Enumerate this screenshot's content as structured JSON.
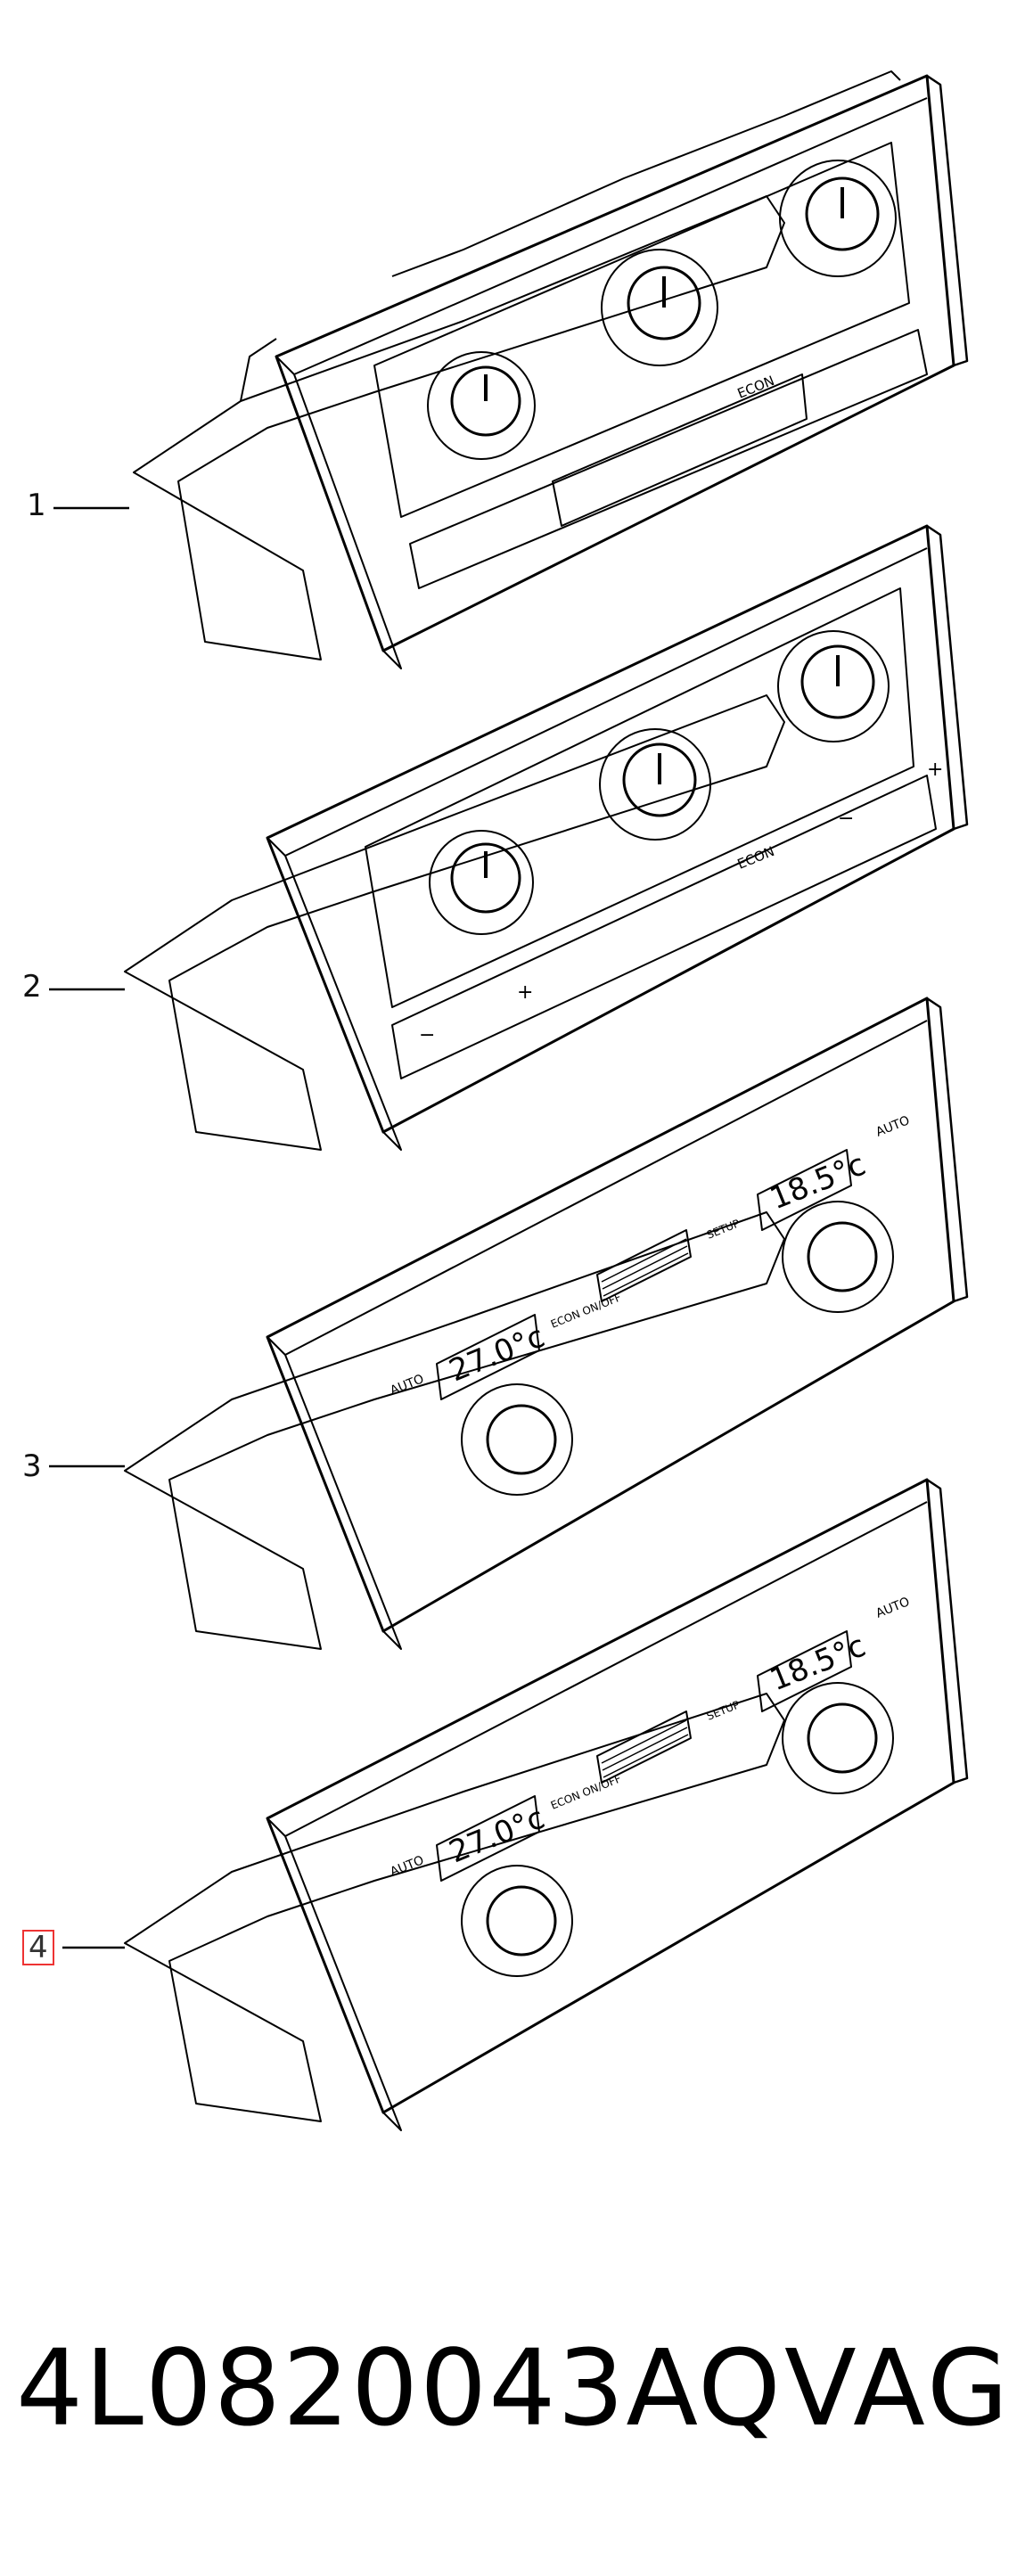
{
  "callouts": [
    {
      "id": "1",
      "label": "1",
      "highlighted": false
    },
    {
      "id": "2",
      "label": "2",
      "highlighted": false
    },
    {
      "id": "3",
      "label": "3",
      "highlighted": false
    },
    {
      "id": "4",
      "label": "4",
      "highlighted": true
    }
  ],
  "panels": [
    {
      "variant": "3-knob-econ",
      "buttons": {
        "econ": "ECON"
      }
    },
    {
      "variant": "3-knob-econ-seat",
      "buttons": {
        "econ": "ECON",
        "minus": "−",
        "plus": "+"
      }
    },
    {
      "variant": "dual-zone",
      "buttons": {
        "auto_left": "AUTO",
        "auto_right": "AUTO",
        "econ": "ECON ON/OFF",
        "setup": "SETUP"
      },
      "display_left": "27.0°c",
      "display_right": "18.5°c"
    },
    {
      "variant": "dual-zone-seat",
      "buttons": {
        "auto_left": "AUTO",
        "auto_right": "AUTO",
        "econ": "ECON ON/OFF",
        "setup": "SETUP"
      },
      "display_left": "27.0°c",
      "display_right": "18.5°c"
    }
  ],
  "footer": {
    "part_number": "4L0820043AQ",
    "manufacturer": "VAG"
  },
  "colors": {
    "line": "#000000",
    "highlight": "#e33333",
    "background": "#ffffff"
  }
}
